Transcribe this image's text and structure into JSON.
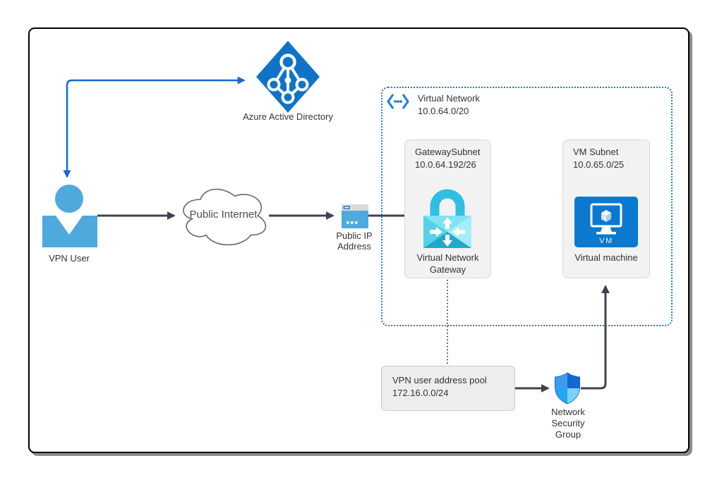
{
  "nodes": {
    "azure_ad": {
      "label": "Azure Active Directory"
    },
    "vpn_user": {
      "label": "VPN User"
    },
    "public_internet": {
      "label": "Public Internet"
    },
    "public_ip": {
      "lines": [
        "Public IP",
        "Address"
      ]
    },
    "virtual_network": {
      "label": "Virtual Network",
      "cidr": "10.0.64.0/20"
    },
    "gateway_subnet": {
      "label": "GatewaySubnet",
      "cidr": "10.0.64.192/26"
    },
    "virtual_network_gateway": {
      "lines": [
        "Virtual Network",
        "Gateway"
      ]
    },
    "vm_subnet": {
      "label": "VM Subnet",
      "cidr": "10.0.65.0/25"
    },
    "virtual_machine": {
      "label": "Virtual machine",
      "badge": "VM"
    },
    "vpn_address_pool": {
      "lines": [
        "VPN user address pool",
        "172.16.0.0/24"
      ]
    },
    "network_security_group": {
      "lines": [
        "Network",
        "Security",
        "Group"
      ]
    }
  },
  "icons": {
    "azure_ad": "azure-active-directory-icon",
    "vpn_user": "person-icon",
    "public_internet": "cloud-shape",
    "public_ip": "public-ip-window-icon",
    "virtual_network": "angle-brackets-dots-icon",
    "virtual_network_gateway": "lock-gateway-icon",
    "virtual_machine": "vm-monitor-icon",
    "network_security_group": "shield-icon"
  },
  "colors": {
    "azure_ad_blue": "#1173c8",
    "user_blue": "#4ea9dc",
    "gateway_cyan": "#2fbfe0",
    "vm_blue": "#0b79d0",
    "vnet_border_blue": "#1c7cd4",
    "connector_dark": "#3d434d",
    "connector_blue": "#1667d3",
    "subnet_fill": "#f2f2f2",
    "pool_fill": "#ededed"
  }
}
